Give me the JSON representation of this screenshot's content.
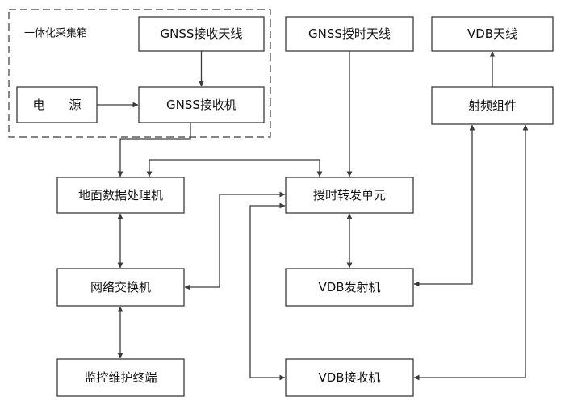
{
  "group": {
    "label": "一体化采集箱"
  },
  "nodes": {
    "gnss_rx_antenna": "GNSS接收天线",
    "power": "电　　源",
    "gnss_receiver": "GNSS接收机",
    "gnss_timing_antenna": "GNSS授时天线",
    "vdb_antenna": "VDB天线",
    "rf_assembly": "射频组件",
    "ground_processor": "地面数据处理机",
    "timing_unit": "授时转发单元",
    "network_switch": "网络交换机",
    "vdb_transmitter": "VDB发射机",
    "monitor_terminal": "监控维护终端",
    "vdb_receiver": "VDB接收机"
  },
  "colors": {
    "stroke": "#3a3a3a",
    "text": "#111111",
    "background": "#ffffff"
  }
}
